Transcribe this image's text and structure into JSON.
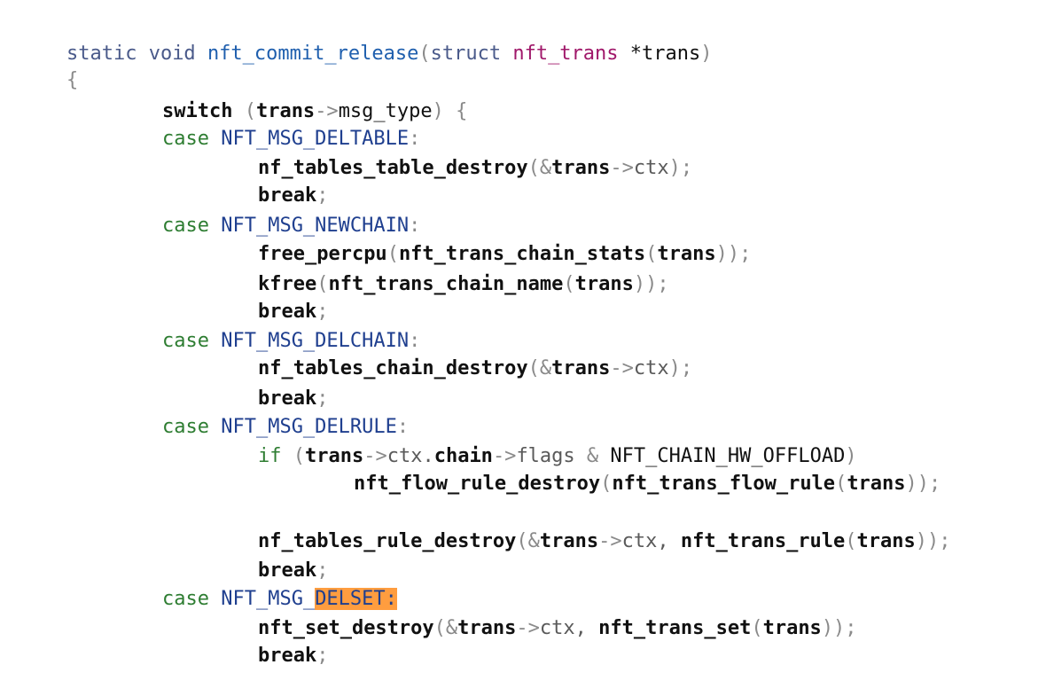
{
  "code": {
    "l1": {
      "static_void": "static void ",
      "fn_name": "nft_commit_release",
      "open_paren": "(",
      "struct_kw": "struct ",
      "type_name": "nft_trans",
      "param": " *trans",
      "close_paren": ")"
    },
    "l2": {
      "brace": "{"
    },
    "l3": {
      "switch": "switch ",
      "paren_open": "(",
      "trans": "trans",
      "arrow": "->",
      "msg_type": "msg_type",
      "paren_close": ")",
      "brace": " {"
    },
    "l4": {
      "case": "case ",
      "const": "NFT_MSG_DELTABLE",
      "colon": ":"
    },
    "l5": {
      "call": "nf_tables_table_destroy",
      "open": "(",
      "amp": "&",
      "trans": "trans",
      "arrow": "->",
      "ctx": "ctx",
      "close": ");"
    },
    "l6": {
      "text": "break",
      "semi": ";"
    },
    "l7": {
      "case": "case ",
      "const": "NFT_MSG_NEWCHAIN",
      "colon": ":"
    },
    "l8": {
      "call": "free_percpu",
      "open1": "(",
      "inner": "nft_trans_chain_stats",
      "open2": "(",
      "arg": "trans",
      "close": "));"
    },
    "l9": {
      "call": "kfree",
      "open1": "(",
      "inner": "nft_trans_chain_name",
      "open2": "(",
      "arg": "trans",
      "close": "));"
    },
    "l10": {
      "text": "break",
      "semi": ";"
    },
    "l11": {
      "case": "case ",
      "const": "NFT_MSG_DELCHAIN",
      "colon": ":"
    },
    "l12": {
      "call": "nf_tables_chain_destroy",
      "open": "(",
      "amp": "&",
      "trans": "trans",
      "arrow": "->",
      "ctx": "ctx",
      "close": ");"
    },
    "l13": {
      "text": "break",
      "semi": ";"
    },
    "l14": {
      "case": "case ",
      "const": "NFT_MSG_DELRULE",
      "colon": ":"
    },
    "l15": {
      "if_kw": "if ",
      "open": "(",
      "trans": "trans",
      "arrow1": "->",
      "ctx": "ctx.",
      "chain": "chain",
      "arrow2": "->",
      "flags": "flags",
      "amp": " & ",
      "const": "NFT_CHAIN_HW_OFFLOAD",
      "close": ")"
    },
    "l16": {
      "call": "nft_flow_rule_destroy",
      "open1": "(",
      "inner": "nft_trans_flow_rule",
      "open2": "(",
      "arg": "trans",
      "close": "));"
    },
    "l17": {
      "call": "nf_tables_rule_destroy",
      "open": "(",
      "amp": "&",
      "trans": "trans",
      "arrow": "->",
      "ctx": "ctx, ",
      "inner": "nft_trans_rule",
      "open2": "(",
      "arg": "trans",
      "close": "));"
    },
    "l18": {
      "text": "break",
      "semi": ";"
    },
    "l19": {
      "case": "case ",
      "const_prefix": "NFT_MSG_",
      "const_hl": "DELSET:"
    },
    "l20": {
      "call": "nft_set_destroy",
      "open": "(",
      "amp": "&",
      "trans": "trans",
      "arrow": "->",
      "ctx": "ctx, ",
      "inner": "nft_trans_set",
      "open2": "(",
      "arg": "trans",
      "close": "));"
    },
    "l21": {
      "text": "break",
      "semi": ";"
    }
  },
  "colors": {
    "keyword_green": "#2e7d32",
    "function_blue": "#1f5fae",
    "type_magenta": "#a0186a",
    "constant_navy": "#1f3f8f",
    "highlight_orange": "#ff9d3f"
  }
}
